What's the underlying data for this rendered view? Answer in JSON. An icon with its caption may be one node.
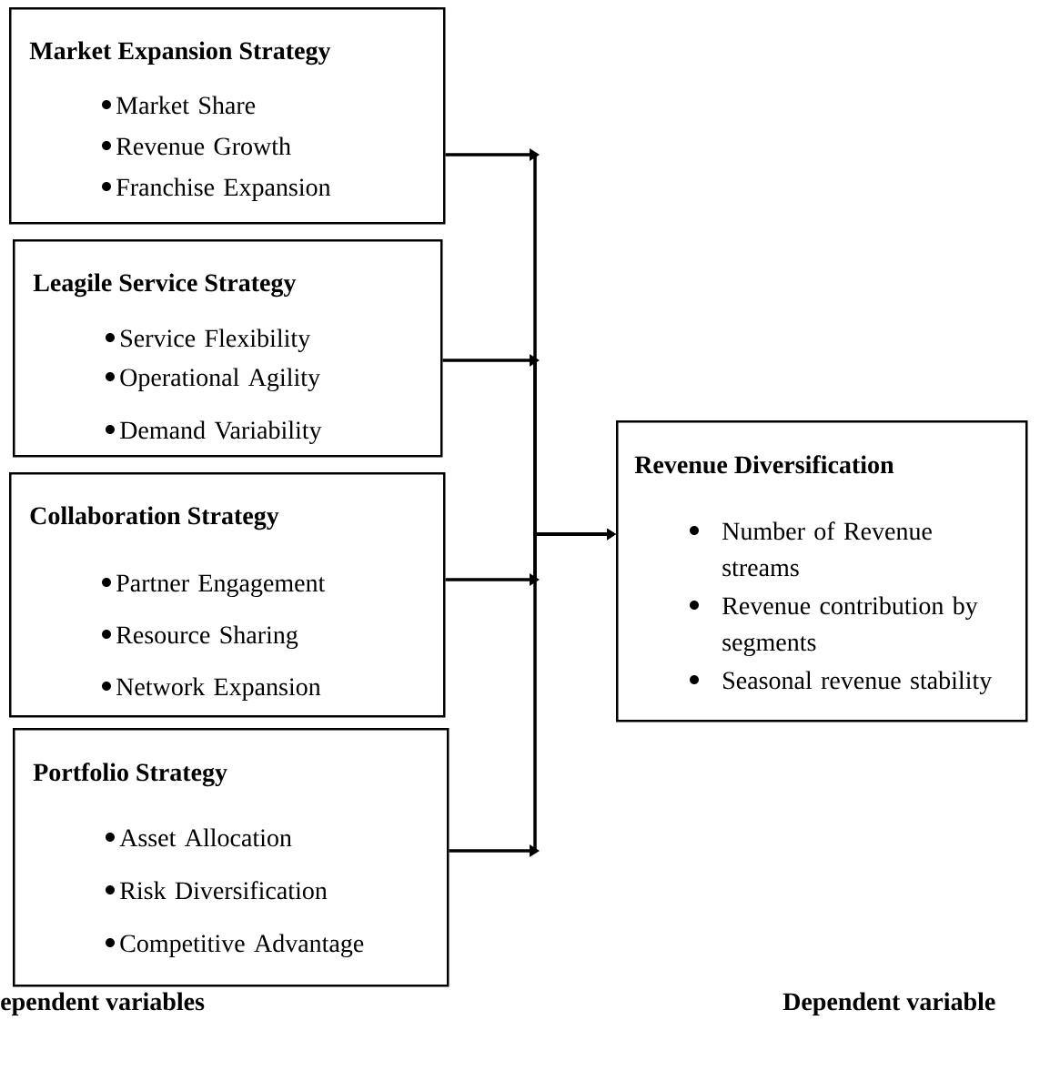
{
  "diagram": {
    "nodes": [
      {
        "text": [
          "Market Expansion Strategy",
          "Market Share",
          "Revenue Growth",
          "Franchise Expansion"
        ]
      },
      {
        "text": [
          "Leagile Service Strategy",
          "Service Flexibility",
          "Operational Agility",
          "Demand Variability"
        ]
      },
      {
        "text": [
          "Collaboration Strategy",
          "Partner Engagement",
          "Resource Sharing",
          "Network Expansion"
        ]
      },
      {
        "text": [
          "Portfolio Strategy",
          "Asset Allocation",
          "Risk Diversification",
          "Competitive Advantage"
        ]
      },
      {
        "text": [
          "Revenue Diversification",
          "Number of Revenue streams",
          "Revenue contribution by segments",
          "Seasonal revenue stability"
        ]
      }
    ],
    "edges": [
      {
        "from": 0,
        "to": 4,
        "arrow": "to"
      },
      {
        "from": 1,
        "to": 4,
        "arrow": "to"
      },
      {
        "from": 2,
        "to": 4,
        "arrow": "to"
      },
      {
        "from": 3,
        "to": 4,
        "arrow": "to"
      }
    ],
    "labels": [
      "ependent variables",
      "Dependent variable"
    ]
  }
}
